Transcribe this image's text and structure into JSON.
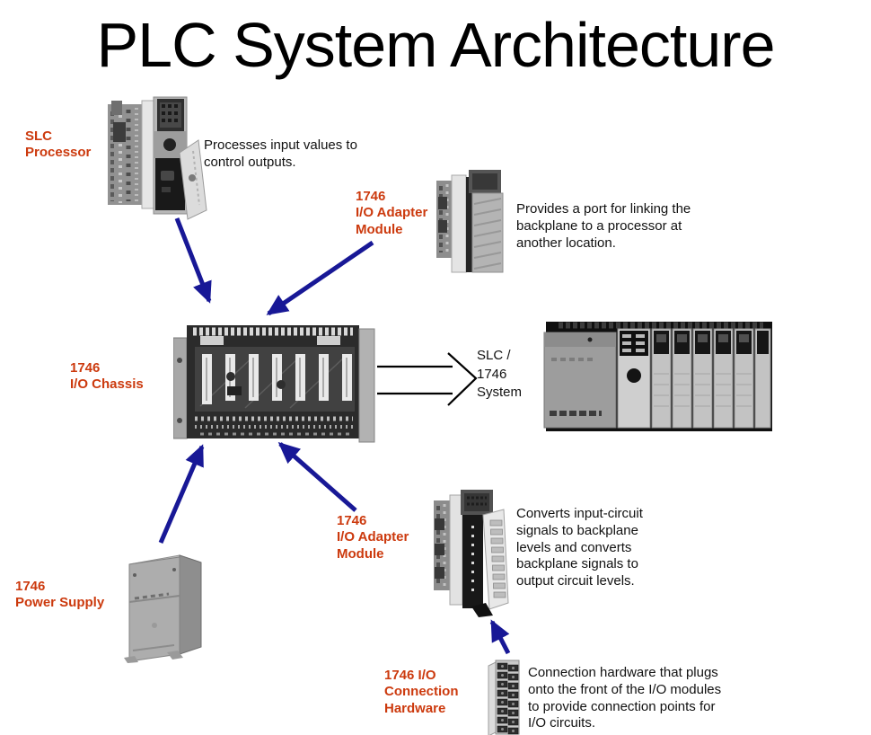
{
  "title": "PLC System Architecture",
  "colors": {
    "label_orange": "#cc3a0e",
    "arrow_blue": "#181896",
    "text_black": "#111111",
    "background": "#ffffff"
  },
  "labels": {
    "slc_processor": "SLC\nProcessor",
    "io_adapter_top": "1746\nI/O Adapter\nModule",
    "io_chassis": "1746\nI/O Chassis",
    "power_supply": "1746\nPower Supply",
    "io_adapter_bottom": "1746\nI/O Adapter\nModule",
    "connection_hardware": "1746 I/O\nConnection\nHardware",
    "system": "SLC /\n1746\nSystem"
  },
  "descriptions": {
    "slc_processor": "Processes input values to\ncontrol outputs.",
    "io_adapter_top": "Provides a port for linking the\nbackplane to a processor at\nanother location.",
    "io_module": "Converts input-circuit\nsignals to backplane\nlevels and converts\nbackplane signals to\noutput circuit levels.",
    "connection_hardware": "Connection hardware that plugs\nonto the front of the I/O modules\nto provide connection points for\nI/O circuits."
  }
}
